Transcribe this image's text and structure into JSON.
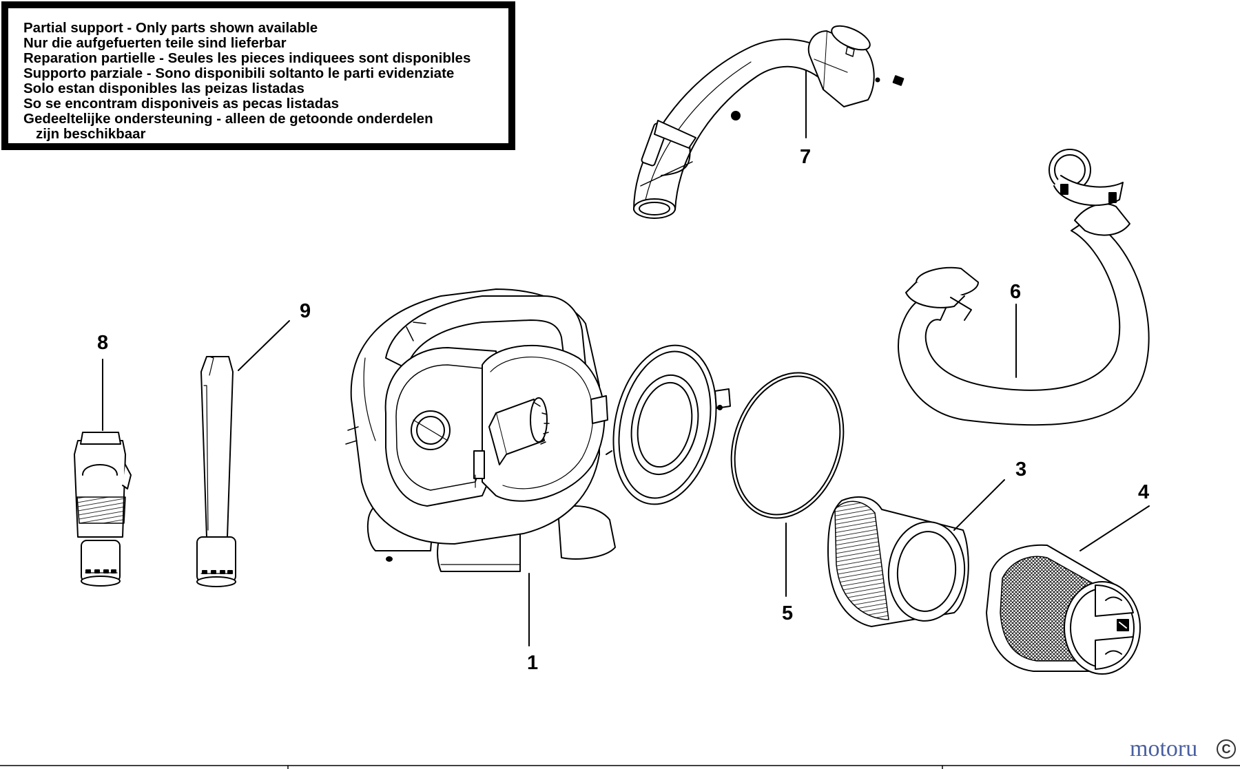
{
  "notice": {
    "lines": [
      "Partial support - Only parts shown available",
      "Nur die aufgefuerten teile sind lieferbar",
      "Reparation partielle - Seules les pieces indiquees sont disponibles",
      "Supporto parziale - Sono disponibili soltanto le parti evidenziate",
      "Solo estan disponibles las peizas listadas",
      "So se encontram disponiveis as pecas listadas",
      "Gedeeltelijke ondersteuning - alleen de getoonde onderdelen",
      "  zijn beschikbaar"
    ]
  },
  "parts": [
    {
      "id": "part-1",
      "number": "1"
    },
    {
      "id": "part-3",
      "number": "3"
    },
    {
      "id": "part-4",
      "number": "4"
    },
    {
      "id": "part-5",
      "number": "5"
    },
    {
      "id": "part-6",
      "number": "6"
    },
    {
      "id": "part-7",
      "number": "7"
    },
    {
      "id": "part-8",
      "number": "8"
    },
    {
      "id": "part-9",
      "number": "9"
    }
  ],
  "watermark": {
    "left": "motoru",
    "right": "",
    "badge": "C"
  }
}
